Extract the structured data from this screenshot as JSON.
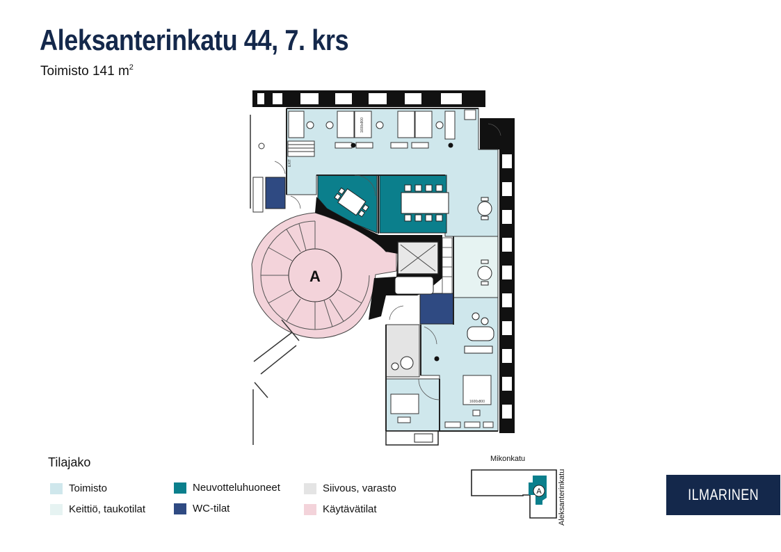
{
  "header": {
    "title": "Aleksanterinkatu 44, 7. krs",
    "subtitle_prefix": "Toimisto 141 m",
    "subtitle_sup": "2"
  },
  "plan": {
    "stair_label": "A",
    "desk_label_top": "1600x800",
    "desk_label_bottom": "1600x800",
    "exit_label": "EXIT",
    "colors": {
      "office": "#cfe7ec",
      "kitchen": "#e6f3f2",
      "meeting": "#0b7f8c",
      "wc": "#2f4a82",
      "storage": "#e4e4e4",
      "corridor": "#f3d3da",
      "wall": "#111111"
    }
  },
  "legend": {
    "title": "Tilajako",
    "items": [
      {
        "label": "Toimisto",
        "color": "#cfe7ec"
      },
      {
        "label": "Keittiö, taukotilat",
        "color": "#e6f3f2"
      },
      {
        "label": "Neuvotteluhuoneet",
        "color": "#0b7f8c"
      },
      {
        "label": "WC-tilat",
        "color": "#2f4a82"
      },
      {
        "label": "Siivous, varasto",
        "color": "#e4e4e4"
      },
      {
        "label": "Käytävätilat",
        "color": "#f3d3da"
      }
    ]
  },
  "keymap": {
    "street_top": "Mikonkatu",
    "street_right": "Aleksanterinkatu",
    "stair_label": "A"
  },
  "brand": {
    "logo_text": "ILMARINEN",
    "color": "#14284b"
  }
}
